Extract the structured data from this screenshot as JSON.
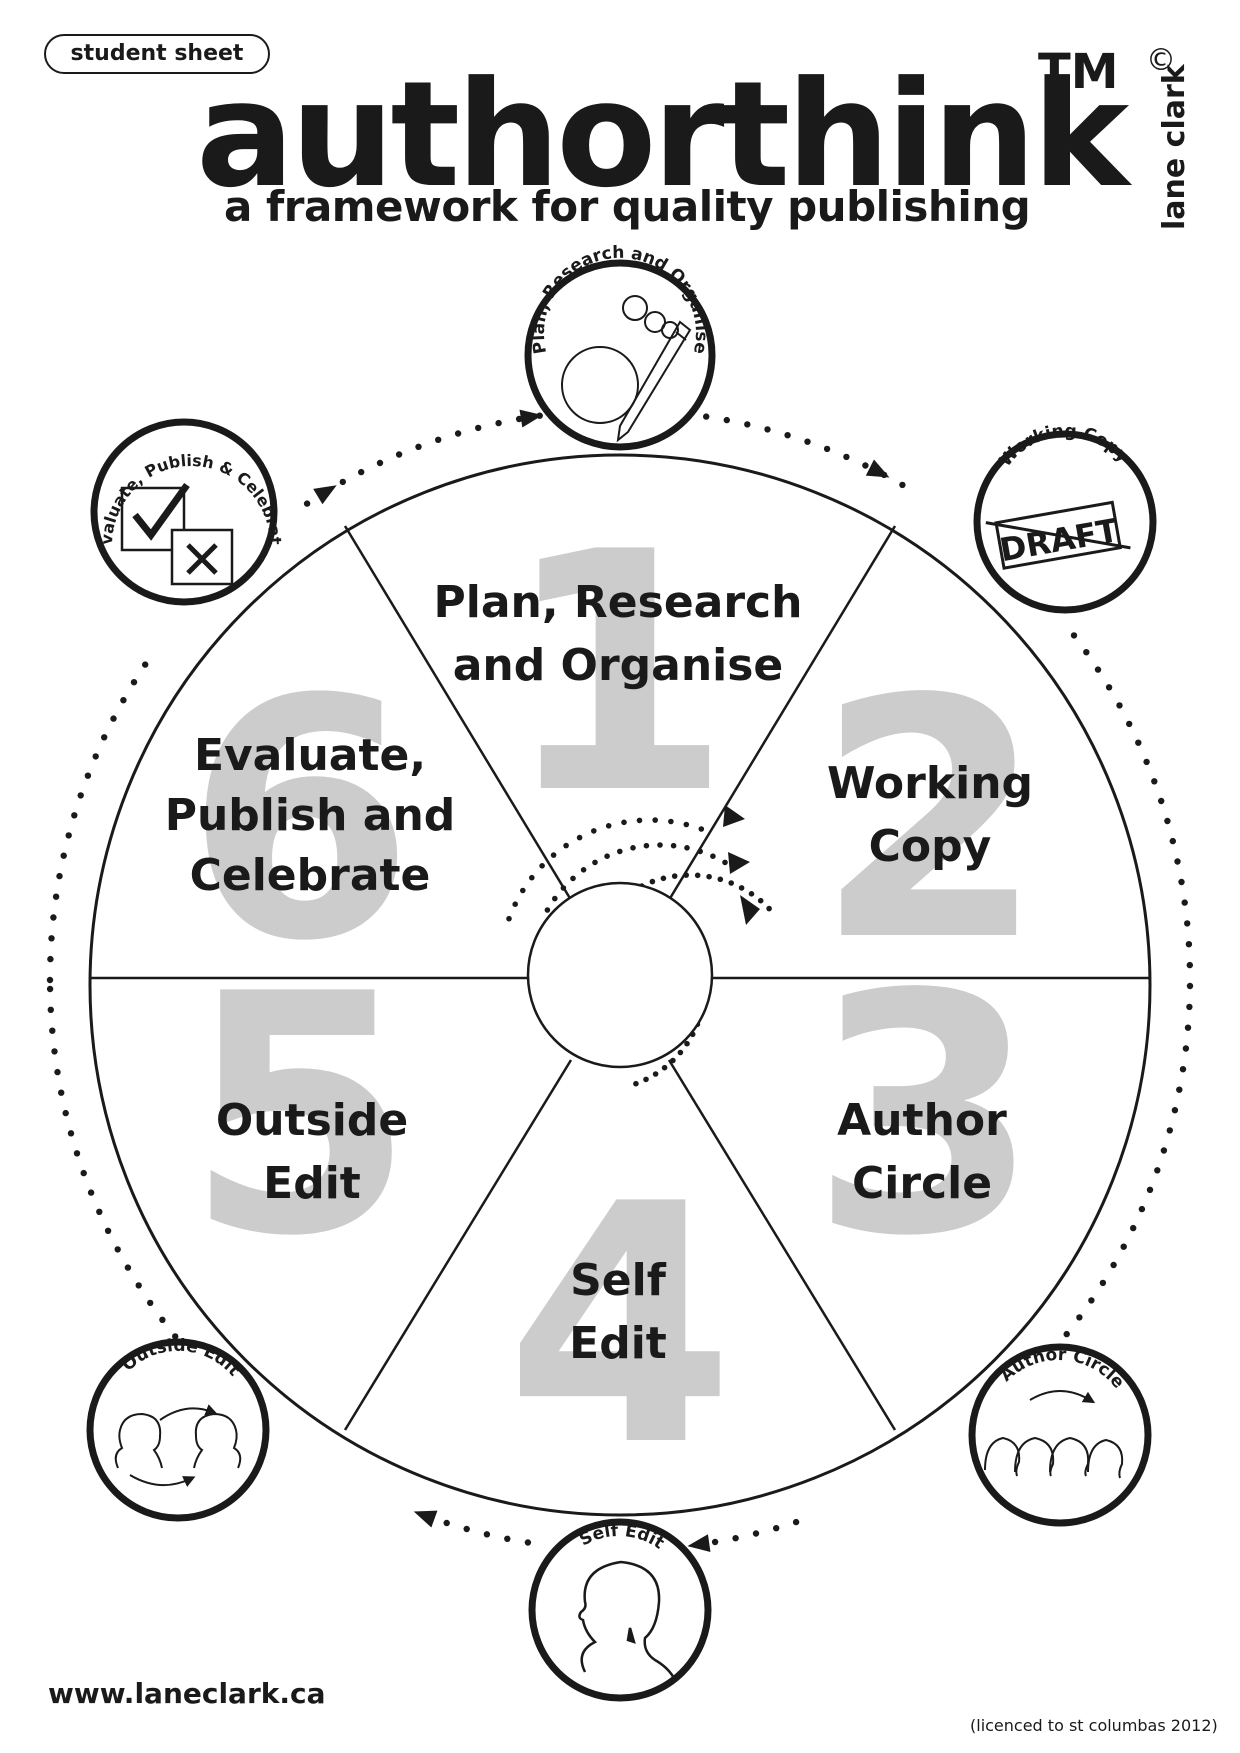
{
  "header": {
    "badge": "student sheet",
    "title": "authorthink",
    "trademark": "TM",
    "subtitle": "a framework for quality publishing",
    "author": "lane clark",
    "copyright": "©"
  },
  "wheel": {
    "stages": [
      {
        "number": "1",
        "line1": "Plan, Research",
        "line2": "and Organise",
        "line3": ""
      },
      {
        "number": "2",
        "line1": "Working",
        "line2": "Copy",
        "line3": ""
      },
      {
        "number": "3",
        "line1": "Author",
        "line2": "Circle",
        "line3": ""
      },
      {
        "number": "4",
        "line1": "Self",
        "line2": "Edit",
        "line3": ""
      },
      {
        "number": "5",
        "line1": "Outside",
        "line2": "Edit",
        "line3": ""
      },
      {
        "number": "6",
        "line1": "Evaluate,",
        "line2": "Publish and",
        "line3": "Celebrate"
      }
    ]
  },
  "badges": [
    {
      "label": "Plan, Research and Organise",
      "icon": "thought-bubbles-pencil-icon"
    },
    {
      "label": "Working Copy",
      "icon": "draft-stamp-icon",
      "stamp_text": "DRAFT"
    },
    {
      "label": "Author Circle",
      "icon": "group-of-heads-icon"
    },
    {
      "label": "Self Edit",
      "icon": "single-head-icon"
    },
    {
      "label": "Outside Edit",
      "icon": "two-heads-exchange-icon"
    },
    {
      "label": "Evaluate, Publish & Celebrate",
      "icon": "checkbox-tick-cross-icon"
    }
  ],
  "footer": {
    "website": "www.laneclark.ca",
    "licence": "(licenced to st columbas 2012)"
  },
  "colors": {
    "ink": "#1a1a1a",
    "numeral": "#cccccc"
  }
}
